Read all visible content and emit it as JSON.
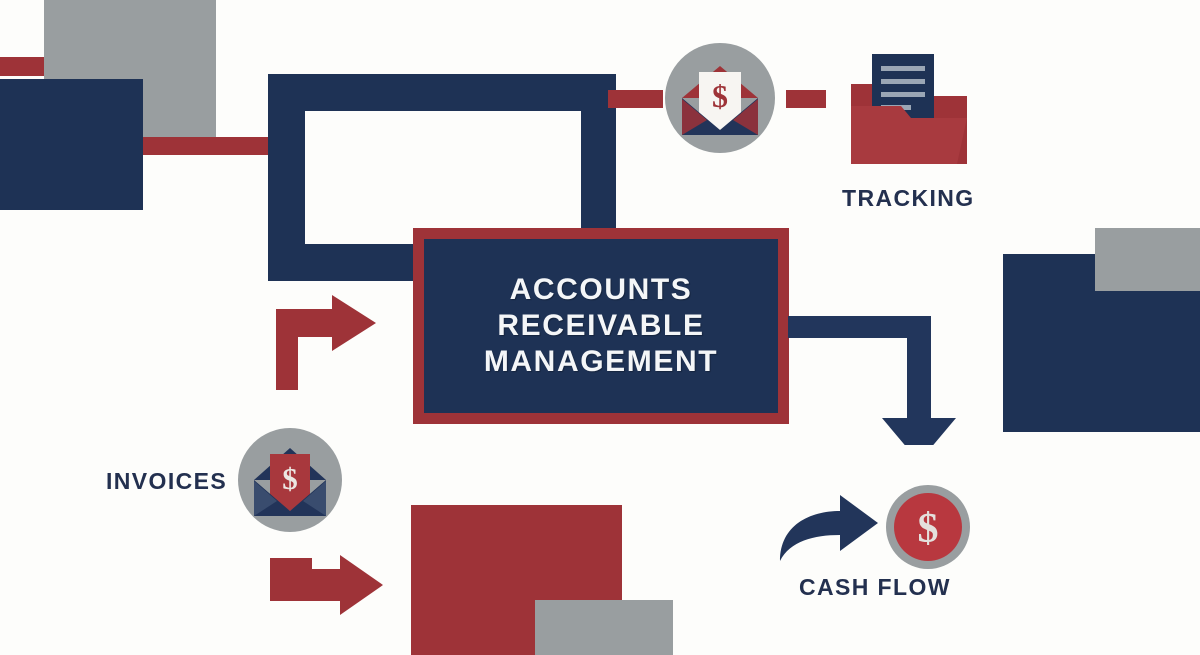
{
  "diagram": {
    "title": "Accounts Receivable Management process flow",
    "background_color": "#fdfdfb",
    "palette": {
      "navy": "#1e3255",
      "navy_dark": "#23304f",
      "red": "#9e3338",
      "gray": "#999ea0",
      "white": "#f4f6f8"
    },
    "central_node": {
      "label": "ACCOUNTS RECEIVABLE MANAGEMENT",
      "line1": "ACCOUNTS",
      "line2": "RECEIVABLE",
      "line3": "MANAGEMENT",
      "fill_color": "#1e3255",
      "border_color": "#9e3338",
      "text_color": "#f4f6f8"
    },
    "labels": [
      {
        "id": "tracking",
        "text": "TRACKING",
        "color": "#23304f"
      },
      {
        "id": "invoices",
        "text": "INVOICES",
        "color": "#23304f"
      },
      {
        "id": "cash-flow",
        "text": "CASH FLOW",
        "color": "#23304f"
      }
    ],
    "icons": [
      {
        "id": "envelope-top",
        "name": "envelope-dollar-icon",
        "description": "Open envelope with dollar letter in gray circle",
        "circle_color": "#999ea0",
        "envelope_color": "#1e3255",
        "flap_color": "#9e3338",
        "letter_color": "#f4f6f8",
        "symbol": "$"
      },
      {
        "id": "folder-document",
        "name": "folder-document-icon",
        "description": "Red folder with navy document",
        "folder_color": "#9e3338",
        "document_color": "#1e3255",
        "line_color": "#9aa6b5"
      },
      {
        "id": "envelope-invoices",
        "name": "envelope-dollar-icon",
        "description": "Open navy envelope with red dollar letter in gray circle",
        "circle_color": "#999ea0",
        "envelope_color": "#1e3255",
        "flap_color": "#9e3338",
        "letter_color": "#9e3338",
        "symbol": "$"
      },
      {
        "id": "coin-cashflow",
        "name": "coin-dollar-icon",
        "description": "Red coin with gray ring and dollar sign",
        "coin_color": "#b8383f",
        "ring_color": "#999ea0",
        "symbol_color": "#e4e0dc",
        "symbol": "$"
      }
    ],
    "connectors": [
      {
        "id": "left-red-bar-top",
        "type": "bar",
        "color": "#9e3338"
      },
      {
        "id": "left-red-bar-mid",
        "type": "bar",
        "color": "#9e3338"
      },
      {
        "id": "navy-c-path",
        "type": "path-with-arrow",
        "color": "#1e3255",
        "direction": "down"
      },
      {
        "id": "red-dash-1",
        "type": "dash",
        "color": "#9e3338"
      },
      {
        "id": "red-dash-2",
        "type": "dash",
        "color": "#9e3338"
      },
      {
        "id": "red-arrow-elbow",
        "type": "elbow-arrow",
        "color": "#9e3338",
        "direction": "right"
      },
      {
        "id": "red-arrow-straight",
        "type": "straight-arrow",
        "color": "#9e3338",
        "direction": "right"
      },
      {
        "id": "navy-arrow-elbow-right",
        "type": "elbow-arrow",
        "color": "#1e3255",
        "direction": "down"
      },
      {
        "id": "navy-curved-arrow",
        "type": "curved-arrow",
        "color": "#23304f",
        "direction": "right"
      }
    ],
    "decorative_blocks": [
      {
        "id": "gray-top-left",
        "color": "#999ea0"
      },
      {
        "id": "navy-top-left",
        "color": "#1e3255"
      },
      {
        "id": "gray-right",
        "color": "#999ea0"
      },
      {
        "id": "navy-right",
        "color": "#1e3255"
      },
      {
        "id": "red-bottom-center",
        "color": "#9e3338"
      },
      {
        "id": "gray-bottom-center",
        "color": "#999ea0"
      }
    ]
  }
}
